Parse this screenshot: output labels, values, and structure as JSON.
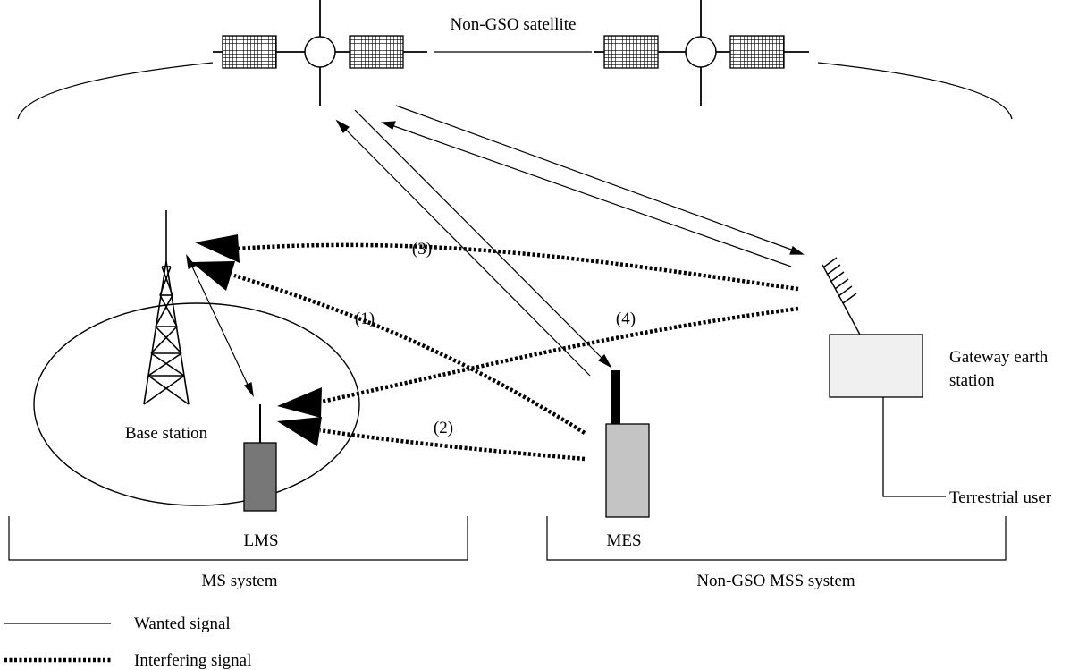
{
  "satellite_label": "Non-GSO satellite",
  "base_station_label": "Base station",
  "gateway_label_line1": "Gateway earth",
  "gateway_label_line2": "station",
  "terrestrial_user_label": "Terrestrial user",
  "lms_label": "LMS",
  "mes_label": "MES",
  "ms_system_label": "MS system",
  "mss_system_label": "Non-GSO MSS system",
  "interference_paths": {
    "p1": "(1)",
    "p2": "(2)",
    "p3": "(3)",
    "p4": "(4)"
  },
  "legend": {
    "wanted": "Wanted signal",
    "interfering": "Interfering signal"
  },
  "colors": {
    "ink": "#000000",
    "lms_terminal": "#777777",
    "mes_terminal": "#c4c4c4",
    "gateway_box": "#f0f0f0"
  }
}
